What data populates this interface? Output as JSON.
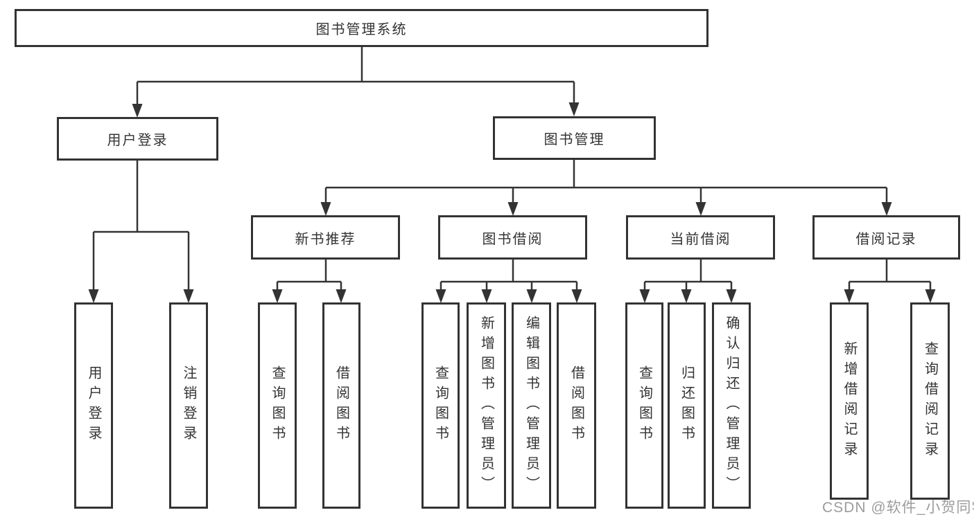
{
  "diagram": {
    "type": "tree",
    "root": {
      "label": "图书管理系统"
    },
    "branches": {
      "user_login": {
        "label": "用户登录"
      },
      "book_mgmt": {
        "label": "图书管理"
      }
    },
    "modules": {
      "new_book": {
        "label": "新书推荐"
      },
      "book_borrow": {
        "label": "图书借阅"
      },
      "current_borrow": {
        "label": "当前借阅"
      },
      "borrow_record": {
        "label": "借阅记录"
      }
    },
    "leaves": {
      "ul_login": {
        "label": "用户登录"
      },
      "ul_logout": {
        "label": "注销登录"
      },
      "nb_query": {
        "label": "查询图书"
      },
      "nb_borrow": {
        "label": "借阅图书"
      },
      "bb_query": {
        "label": "查询图书"
      },
      "bb_add": {
        "label": "新增图书（管理员）"
      },
      "bb_edit": {
        "label": "编辑图书（管理员）"
      },
      "bb_borrow": {
        "label": "借阅图书"
      },
      "cb_query": {
        "label": "查询图书"
      },
      "cb_return": {
        "label": "归还图书"
      },
      "cb_confirm": {
        "label": "确认归还（管理员）"
      },
      "br_add": {
        "label": "新增借阅记录"
      },
      "br_query": {
        "label": "查询借阅记录"
      }
    }
  },
  "watermark": {
    "text": "CSDN @软件_小贺同学"
  },
  "colors": {
    "line": "#333333",
    "text": "#333333",
    "box_bg": "#ffffff",
    "watermark": "#9c9c9c"
  }
}
